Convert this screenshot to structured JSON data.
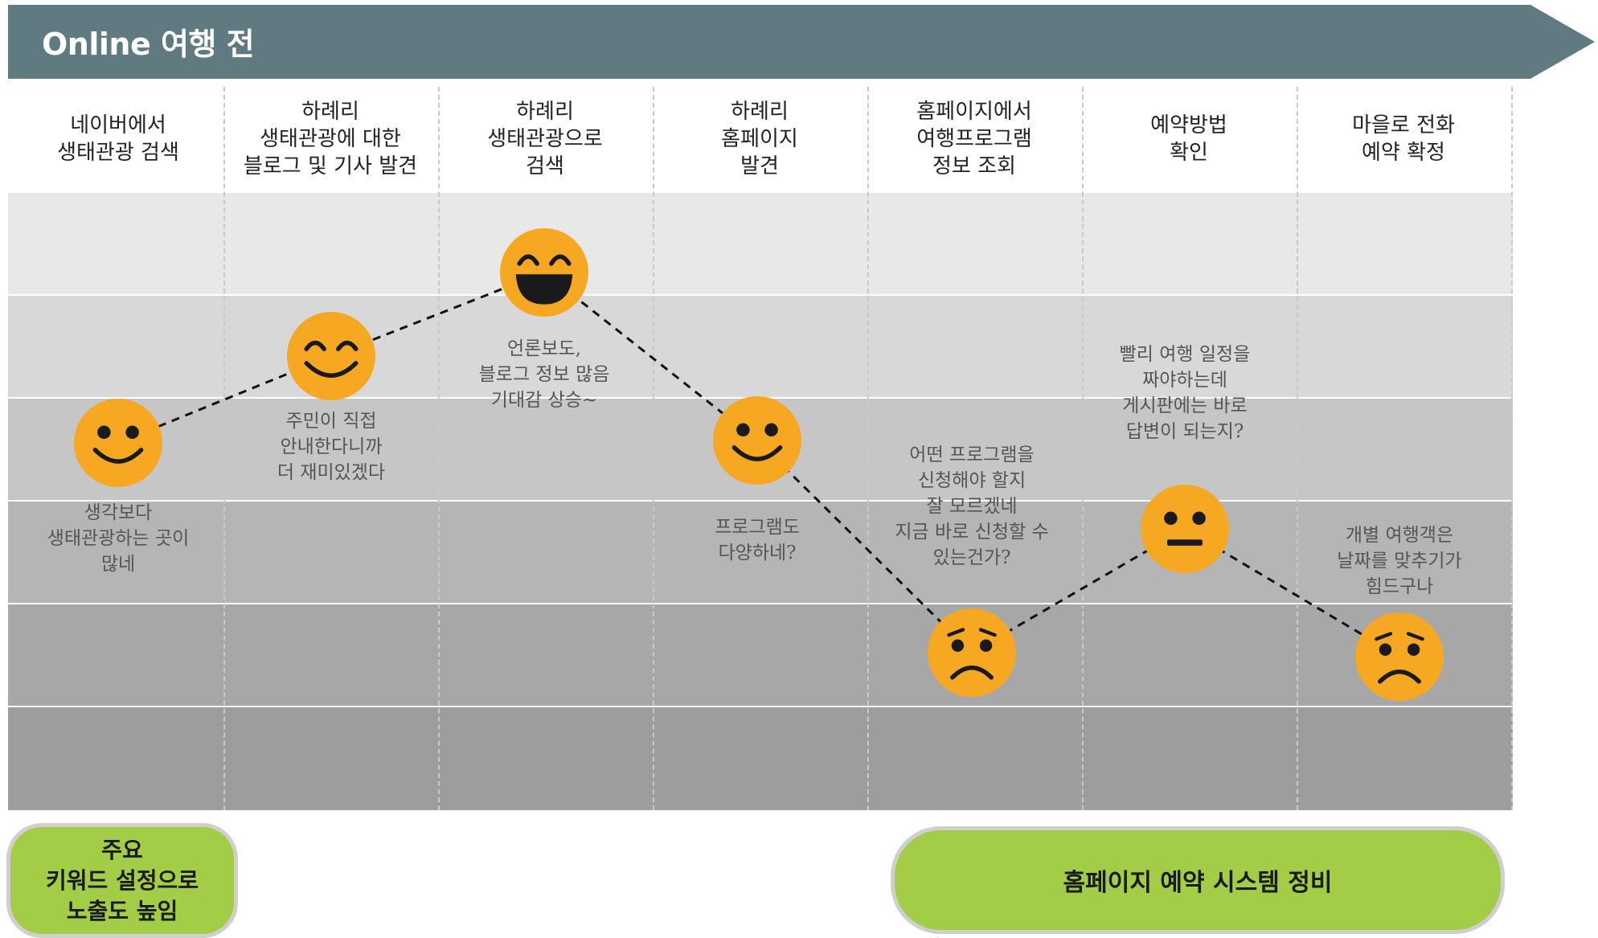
{
  "header": {
    "title": "Online 여행 전"
  },
  "stages": [
    {
      "label": "네이버에서\n생태관광 검색",
      "emotion": "smile",
      "level": 3,
      "comment": "생각보다\n생태관광하는 곳이\n많네"
    },
    {
      "label": "하례리\n생태관광에 대한\n블로그 및 기사 발견",
      "emotion": "happy",
      "level": 4,
      "comment": "주민이 직접\n안내한다니까\n더 재미있겠다"
    },
    {
      "label": "하례리\n생태관광으로\n검색",
      "emotion": "laugh",
      "level": 5,
      "comment": "언론보도,\n블로그 정보 많음\n기대감 상승~"
    },
    {
      "label": "하례리\n홈페이지\n발견",
      "emotion": "smile",
      "level": 3,
      "comment": "프로그램도\n다양하네?"
    },
    {
      "label": "홈페이지에서\n여행프로그램\n정보 조회",
      "emotion": "sad",
      "level": 1,
      "comment": "어떤 프로그램을\n신청해야 할지\n잘 모르겠네\n지금 바로 신청할 수\n있는건가?"
    },
    {
      "label": "예약방법\n확인",
      "emotion": "neutral",
      "level": 2,
      "comment": "빨리 여행 일정을\n짜야하는데\n게시판에는 바로\n답변이 되는지?"
    },
    {
      "label": "마을로 전화\n예약 확정",
      "emotion": "sad",
      "level": 1,
      "comment": "개별 여행객은\n날짜를 맞추기가\n힘드구나"
    }
  ],
  "actions": [
    {
      "label": "주요\n키워드 설정으로\n노출도 높임"
    },
    {
      "label": "홈페이지 예약 시스템 정비"
    }
  ],
  "colors": {
    "banner": "#5f7a80",
    "face": "#f7a823",
    "face_dark": "#1a1a1a",
    "action": "#a3cd46",
    "bands": [
      "#e8e8e8",
      "#d8d8d8",
      "#c6c6c6",
      "#b5b5b5",
      "#a7a7a7",
      "#9d9d9d"
    ]
  }
}
